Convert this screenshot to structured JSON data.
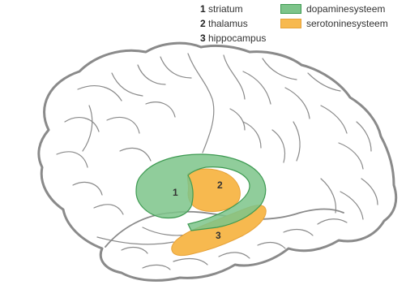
{
  "legend": {
    "structures": [
      {
        "number": "1",
        "label": "striatum"
      },
      {
        "number": "2",
        "label": "thalamus"
      },
      {
        "number": "3",
        "label": "hippocampus"
      }
    ],
    "systems": [
      {
        "label": "dopaminesysteem",
        "color": "#7dc48a"
      },
      {
        "label": "serotoninesysteem",
        "color": "#f7b94f"
      }
    ]
  },
  "regions": {
    "striatum": "1",
    "thalamus": "2",
    "hippocampus": "3"
  },
  "colors": {
    "outline": "#8a8a8a",
    "dopamine_fill": "#7dc48a",
    "dopamine_stroke": "#3e9a52",
    "serotonin_fill": "#f7b94f",
    "serotonin_stroke": "#e6a23a"
  }
}
